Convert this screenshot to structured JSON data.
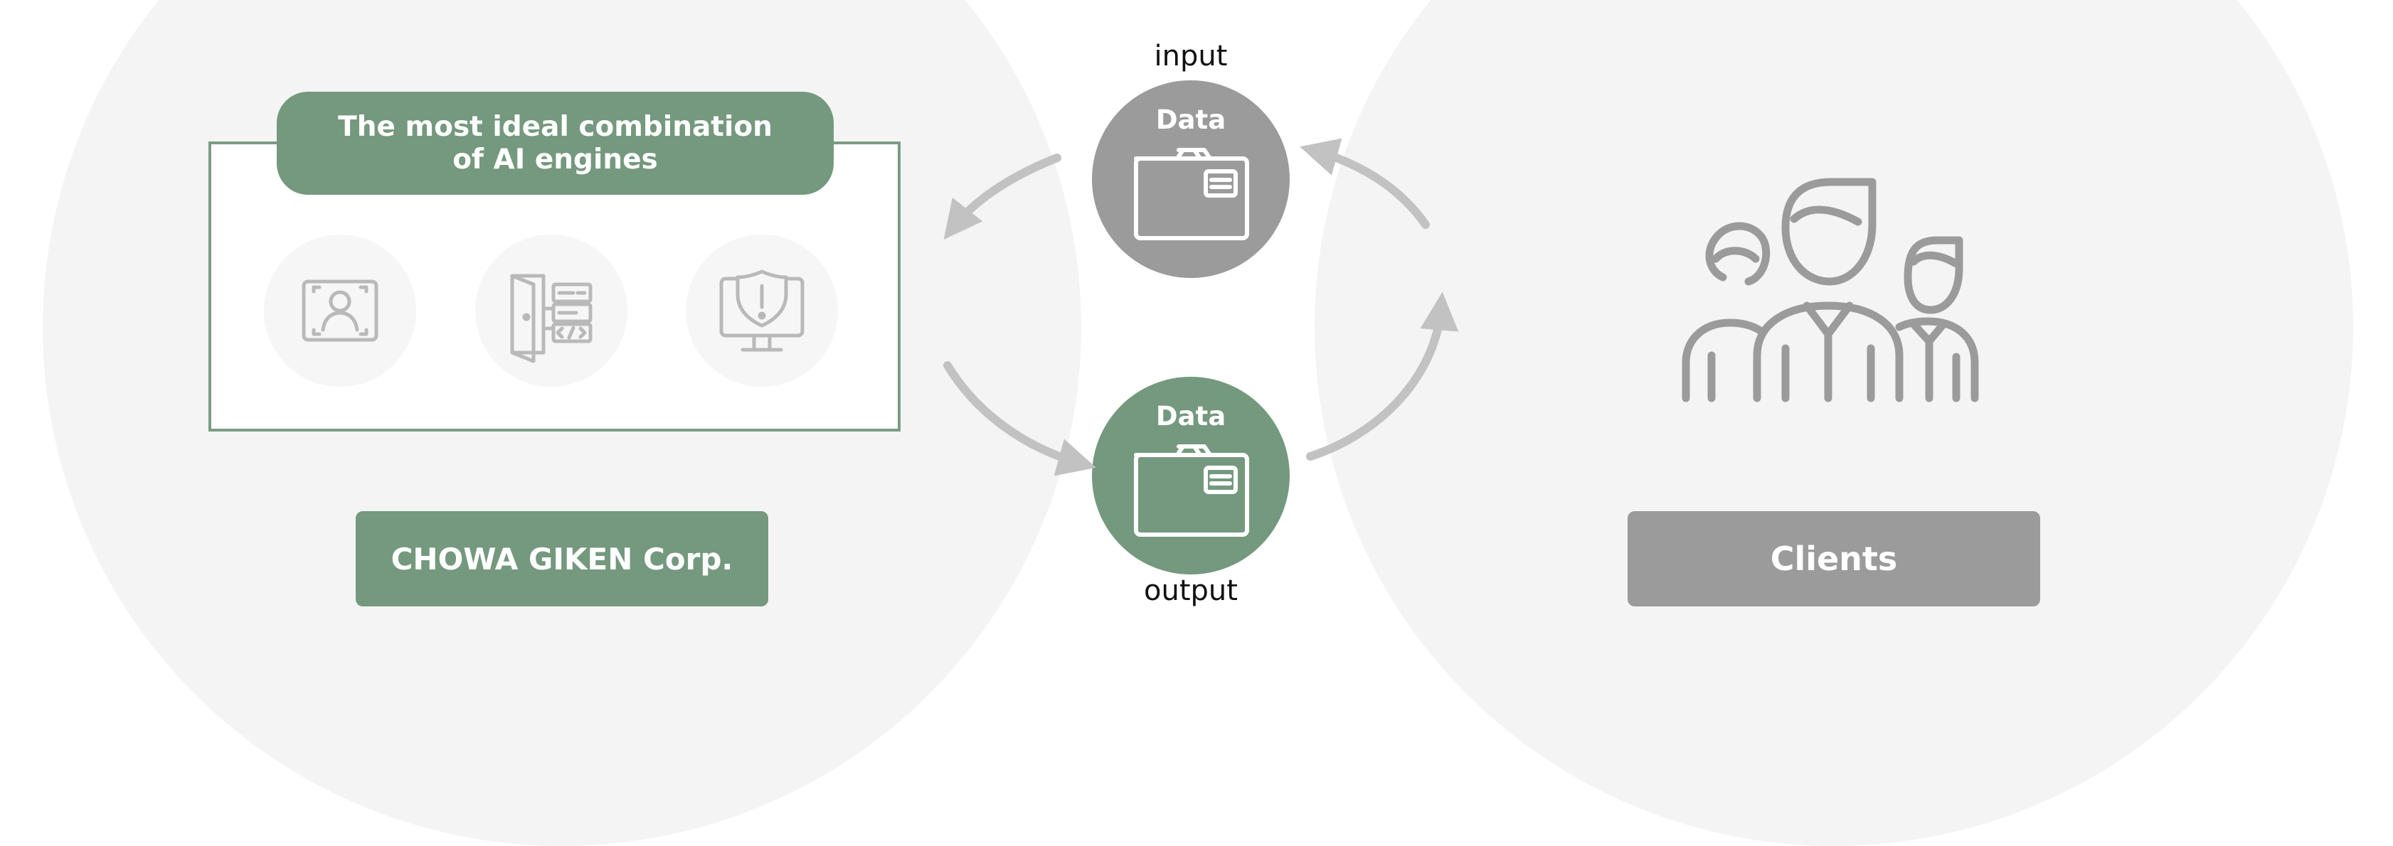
{
  "diagram": {
    "ai_box_title_line1": "The most ideal combination",
    "ai_box_title_line2": "of AI engines",
    "engines": [
      {
        "icon": "face-recognition-icon"
      },
      {
        "icon": "door-code-access-icon"
      },
      {
        "icon": "security-alert-monitor-icon"
      }
    ],
    "company_label": "CHOWA GIKEN Corp.",
    "clients_label": "Clients",
    "clients_icon": "people-group-icon",
    "input_label": "input",
    "output_label": "output",
    "input_node_label": "Data",
    "output_node_label": "Data",
    "data_icon": "folder-document-icon",
    "colors": {
      "green": "#74997e",
      "gray": "#9b9b9b",
      "background_circle": "#f4f4f4",
      "arrow": "#c2c2c2"
    }
  }
}
